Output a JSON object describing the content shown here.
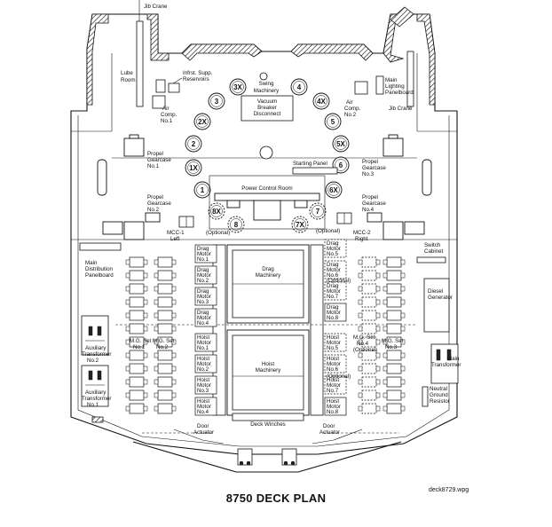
{
  "title": "8750 DECK PLAN",
  "filename": "deck8729.wpg",
  "labels": {
    "jib_crane_top": "Jib Crane",
    "jib_crane_right": "Jib Crane",
    "lube_room": [
      "Lube",
      "Room"
    ],
    "infrst_supp": [
      "Infrst. Supp.",
      "Reservoirs"
    ],
    "swing_machinery": [
      "Swing",
      "Machinery"
    ],
    "vacuum_breaker": [
      "Vacuum",
      "Breaker",
      "Disconnect"
    ],
    "air_comp_1": [
      "Air",
      "Comp.",
      "No.1"
    ],
    "air_comp_2": [
      "Air",
      "Comp.",
      "No.2"
    ],
    "main_lighting": [
      "Main",
      "Lighting",
      "Panelboard"
    ],
    "propel_gearcase_1": [
      "Propel",
      "Gearcase",
      "No.1"
    ],
    "propel_gearcase_2": [
      "Propel",
      "Gearcase",
      "No.2"
    ],
    "propel_gearcase_3": [
      "Propel",
      "Gearcase",
      "No.3"
    ],
    "propel_gearcase_4": [
      "Propel",
      "Gearcase",
      "No.4"
    ],
    "starting_panel": "Starting Panel",
    "power_control_room": "Power Control Room",
    "mcc1": [
      "MCC-1",
      "Left"
    ],
    "mcc2": [
      "MCC-2",
      "Right"
    ],
    "optional": "(Optional)",
    "main_distribution": [
      "Main",
      "Distribution",
      "Panelboard"
    ],
    "switch_cabinet": [
      "Switch",
      "Cabinet"
    ],
    "diesel_generator": [
      "Diesel",
      "Generator"
    ],
    "drag_machinery": [
      "Drag",
      "Machinery"
    ],
    "hoist_machinery": [
      "Hoist",
      "Machinery"
    ],
    "mg_set_1": [
      "M.G. Set",
      "No.1"
    ],
    "mg_set_2": [
      "M.G. Set",
      "No.2"
    ],
    "mg_set_3": [
      "M.G. Set",
      "No.3"
    ],
    "mg_set_4": [
      "M.G. Set",
      "No.4"
    ],
    "aux_transformer_1": [
      "Auxiliary",
      "Transformer",
      "No.1"
    ],
    "aux_transformer_2": [
      "Auxiliary",
      "Transformer",
      "No.2"
    ],
    "main_transformer": [
      "Main",
      "Transformer"
    ],
    "neutral_ground": [
      "Neutral",
      "Ground",
      "Resistor"
    ],
    "door_actuator": [
      "Door",
      "Actuator"
    ],
    "deck_winches": "Deck Winches"
  },
  "circles": [
    "3X",
    "4",
    "3",
    "4X",
    "2X",
    "5",
    "2",
    "5X",
    "1X",
    "6",
    "1",
    "6X",
    "8X",
    "7",
    "8",
    "7X"
  ],
  "drag_motors_left": [
    [
      "Drag",
      "Motor",
      "No.1"
    ],
    [
      "Drag",
      "Motor",
      "No.2"
    ],
    [
      "Drag",
      "Motor",
      "No.3"
    ],
    [
      "Drag",
      "Motor",
      "No.4"
    ]
  ],
  "drag_motors_right": [
    [
      "Drag",
      "Motor",
      "No.5"
    ],
    [
      "Drag",
      "Motor",
      "No.6"
    ],
    [
      "Drag",
      "Motor",
      "No.7"
    ],
    [
      "Drag",
      "Motor",
      "No.8"
    ]
  ],
  "hoist_motors_left": [
    [
      "Hoist",
      "Motor",
      "No.1"
    ],
    [
      "Hoist",
      "Motor",
      "No.2"
    ],
    [
      "Hoist",
      "Motor",
      "No.3"
    ],
    [
      "Hoist",
      "Motor",
      "No.4"
    ]
  ],
  "hoist_motors_right": [
    [
      "Hoist",
      "Motor",
      "No.5"
    ],
    [
      "Hoist",
      "Motor",
      "No.6"
    ],
    [
      "Hoist",
      "Motor",
      "No.7"
    ],
    [
      "Hoist",
      "Motor",
      "No.8"
    ]
  ]
}
